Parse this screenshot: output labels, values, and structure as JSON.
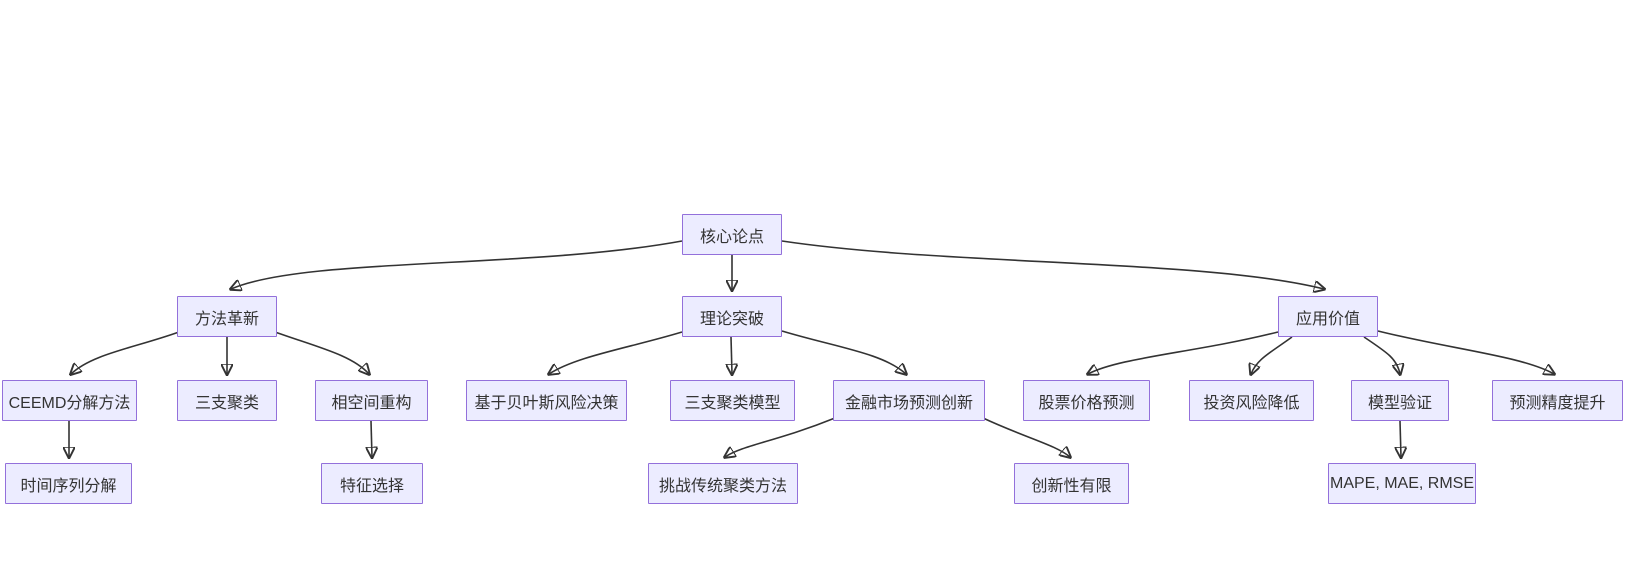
{
  "diagram": {
    "type": "flowchart",
    "background_color": "#FFFFFF",
    "node_fill_color": "#ECECFF",
    "node_border_color": "#9370DB",
    "node_text_color": "#333333",
    "edge_color": "#333333",
    "nodes": [
      {
        "id": "core",
        "level": 1,
        "label": "核心论点"
      },
      {
        "id": "method",
        "level": 2,
        "label": "方法革新"
      },
      {
        "id": "theory",
        "level": 2,
        "label": "理论突破"
      },
      {
        "id": "application",
        "level": 2,
        "label": "应用价值"
      },
      {
        "id": "ceemd",
        "level": 3,
        "label": "CEEMD分解方法"
      },
      {
        "id": "three-way",
        "level": 3,
        "label": "三支聚类"
      },
      {
        "id": "phase-space",
        "level": 3,
        "label": "相空间重构"
      },
      {
        "id": "bayes",
        "level": 3,
        "label": "基于贝叶斯风险决策"
      },
      {
        "id": "twc-model",
        "level": 3,
        "label": "三支聚类模型"
      },
      {
        "id": "fin-market",
        "level": 3,
        "label": "金融市场预测创新"
      },
      {
        "id": "stock",
        "level": 3,
        "label": "股票价格预测"
      },
      {
        "id": "invest-risk",
        "level": 3,
        "label": "投资风险降低"
      },
      {
        "id": "model-valid",
        "level": 3,
        "label": "模型验证"
      },
      {
        "id": "accuracy",
        "level": 3,
        "label": "预测精度提升"
      },
      {
        "id": "time-series",
        "level": 4,
        "label": "时间序列分解"
      },
      {
        "id": "feature",
        "level": 4,
        "label": "特征选择"
      },
      {
        "id": "challenge",
        "level": 4,
        "label": "挑战传统聚类方法"
      },
      {
        "id": "limit-innov",
        "level": 4,
        "label": "创新性有限"
      },
      {
        "id": "metrics",
        "level": 4,
        "label": "MAPE, MAE, RMSE"
      }
    ],
    "edges": [
      {
        "from": "核心论点",
        "to": "方法革新"
      },
      {
        "from": "核心论点",
        "to": "理论突破"
      },
      {
        "from": "核心论点",
        "to": "应用价值"
      },
      {
        "from": "方法革新",
        "to": "CEEMD分解方法"
      },
      {
        "from": "方法革新",
        "to": "三支聚类"
      },
      {
        "from": "方法革新",
        "to": "相空间重构"
      },
      {
        "from": "理论突破",
        "to": "基于贝叶斯风险决策"
      },
      {
        "from": "理论突破",
        "to": "三支聚类模型"
      },
      {
        "from": "理论突破",
        "to": "金融市场预测创新"
      },
      {
        "from": "金融市场预测创新",
        "to": "挑战传统聚类方法"
      },
      {
        "from": "金融市场预测创新",
        "to": "创新性有限"
      },
      {
        "from": "应用价值",
        "to": "股票价格预测"
      },
      {
        "from": "应用价值",
        "to": "投资风险降低"
      },
      {
        "from": "应用价值",
        "to": "模型验证"
      },
      {
        "from": "应用价值",
        "to": "预测精度提升"
      },
      {
        "from": "CEEMD分解方法",
        "to": "时间序列分解"
      },
      {
        "from": "相空间重构",
        "to": "特征选择"
      },
      {
        "from": "模型验证",
        "to": "MAPE, MAE, RMSE"
      }
    ]
  }
}
